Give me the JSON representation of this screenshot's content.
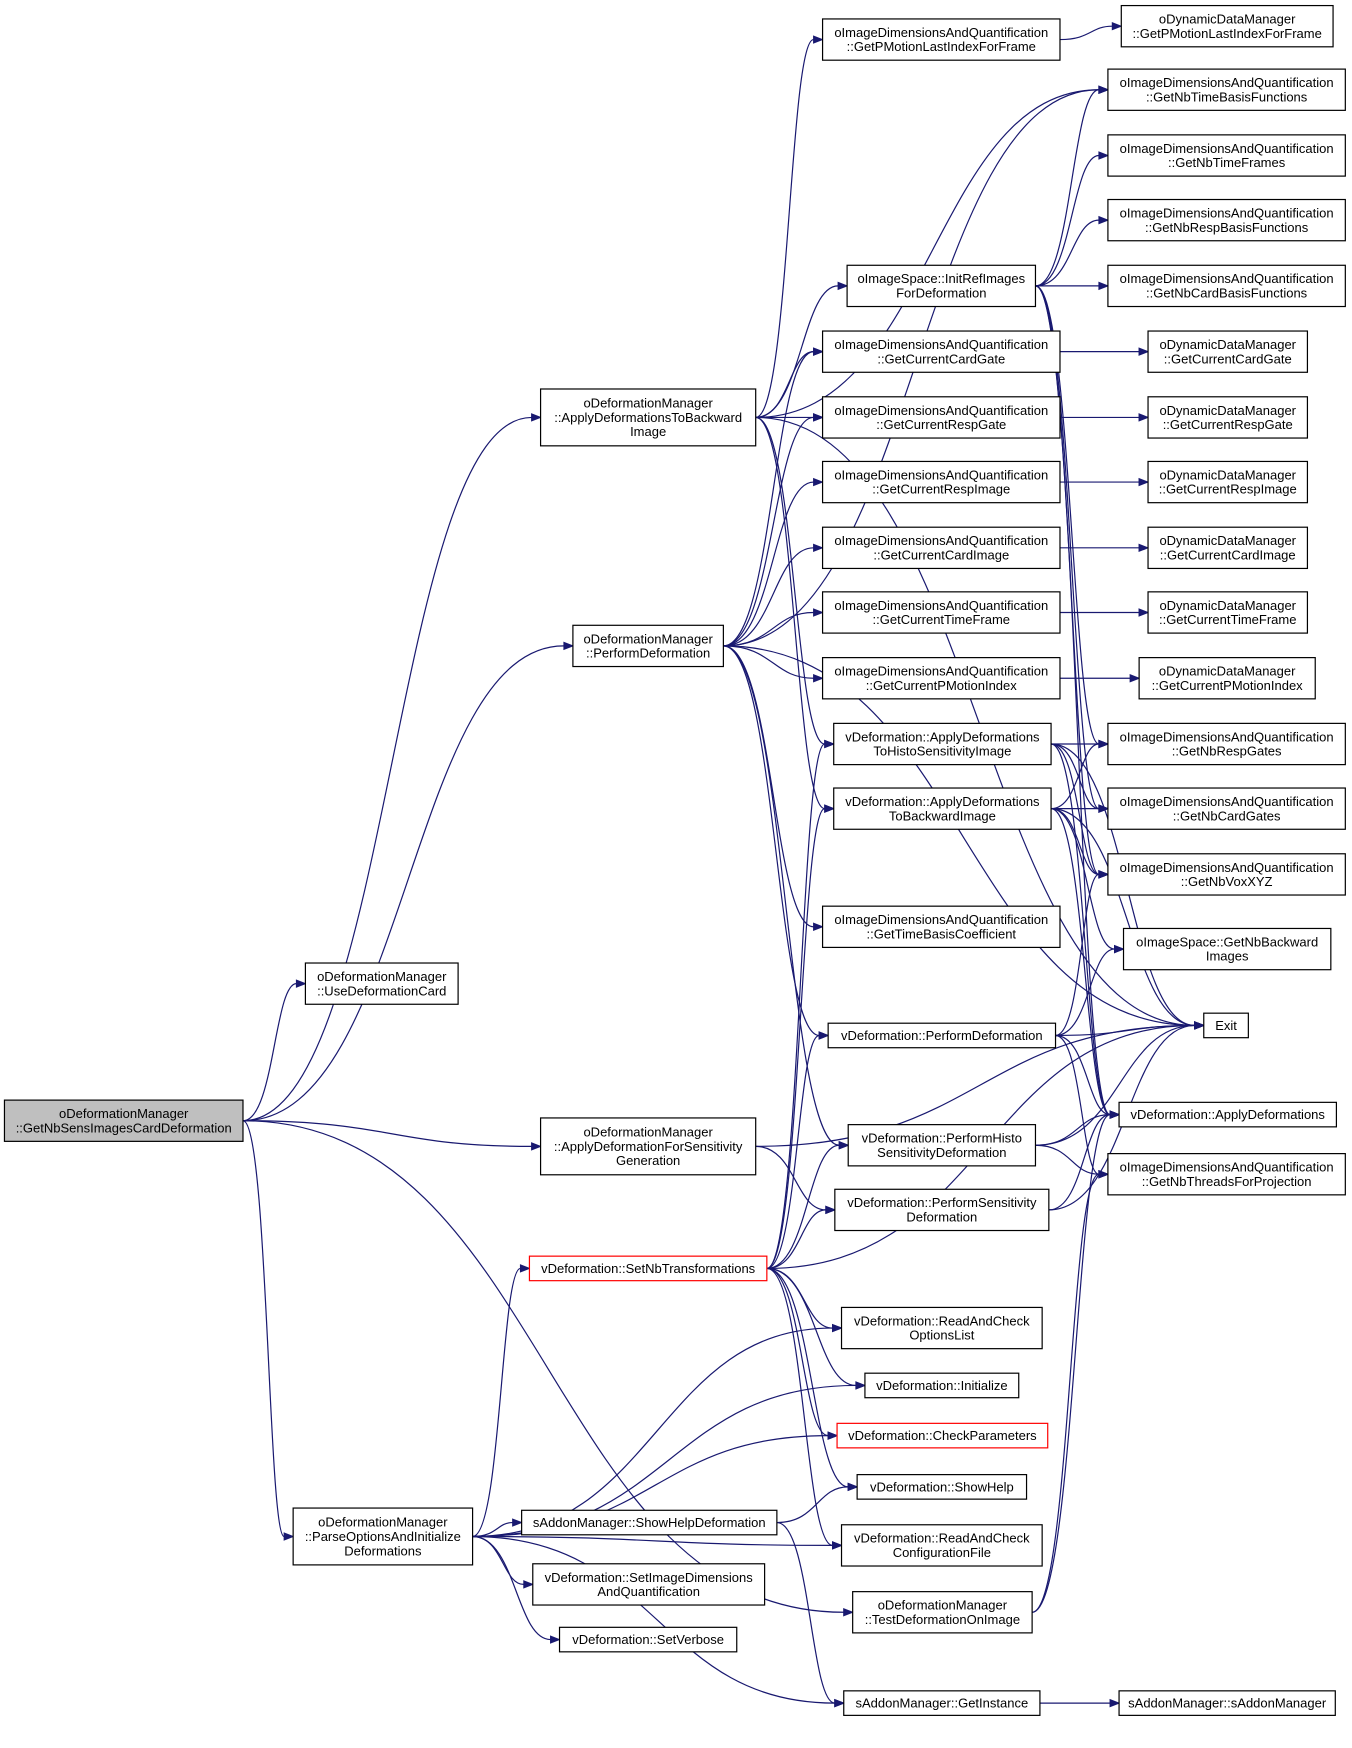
{
  "diagram": {
    "colors": {
      "edge": "#191970",
      "root_fill": "#bfbfbf",
      "node_fill": "#ffffff",
      "node_border": "#000000",
      "highlight_border": "#ff0000"
    },
    "nodes": [
      {
        "id": "root",
        "lines": [
          "oDeformationManager",
          "::GetNbSensImagesCardDeformation"
        ],
        "root": true
      },
      {
        "id": "useDefCard",
        "lines": [
          "oDeformationManager",
          "::UseDeformationCard"
        ]
      },
      {
        "id": "applyDefBack",
        "lines": [
          "oDeformationManager",
          "::ApplyDeformationsToBackward",
          "Image"
        ]
      },
      {
        "id": "performDef",
        "lines": [
          "oDeformationManager",
          "::PerformDeformation"
        ]
      },
      {
        "id": "applyDefSens",
        "lines": [
          "oDeformationManager",
          "::ApplyDeformationForSensitivity",
          "Generation"
        ]
      },
      {
        "id": "parseOpts",
        "lines": [
          "oDeformationManager",
          "::ParseOptionsAndInitialize",
          "Deformations"
        ]
      },
      {
        "id": "setNbTrans",
        "lines": [
          "vDeformation::SetNbTransformations"
        ],
        "red": true
      },
      {
        "id": "showHelpDef",
        "lines": [
          "sAddonManager::ShowHelpDeformation"
        ]
      },
      {
        "id": "setImgDim",
        "lines": [
          "vDeformation::SetImageDimensions",
          "AndQuantification"
        ]
      },
      {
        "id": "setVerbose",
        "lines": [
          "vDeformation::SetVerbose"
        ]
      },
      {
        "id": "getPMotion",
        "lines": [
          "oImageDimensionsAndQuantification",
          "::GetPMotionLastIndexForFrame"
        ]
      },
      {
        "id": "initRef",
        "lines": [
          "oImageSpace::InitRefImages",
          "ForDeformation"
        ]
      },
      {
        "id": "getCurCardGate",
        "lines": [
          "oImageDimensionsAndQuantification",
          "::GetCurrentCardGate"
        ]
      },
      {
        "id": "getCurRespGate",
        "lines": [
          "oImageDimensionsAndQuantification",
          "::GetCurrentRespGate"
        ]
      },
      {
        "id": "getCurRespImg",
        "lines": [
          "oImageDimensionsAndQuantification",
          "::GetCurrentRespImage"
        ]
      },
      {
        "id": "getCurCardImg",
        "lines": [
          "oImageDimensionsAndQuantification",
          "::GetCurrentCardImage"
        ]
      },
      {
        "id": "getCurTimeFrame",
        "lines": [
          "oImageDimensionsAndQuantification",
          "::GetCurrentTimeFrame"
        ]
      },
      {
        "id": "getCurPMotionIdx",
        "lines": [
          "oImageDimensionsAndQuantification",
          "::GetCurrentPMotionIndex"
        ]
      },
      {
        "id": "vApplyHisto",
        "lines": [
          "vDeformation::ApplyDeformations",
          "ToHistoSensitivityImage"
        ]
      },
      {
        "id": "vApplyBack",
        "lines": [
          "vDeformation::ApplyDeformations",
          "ToBackwardImage"
        ]
      },
      {
        "id": "getTimeBasisCoef",
        "lines": [
          "oImageDimensionsAndQuantification",
          "::GetTimeBasisCoefficient"
        ]
      },
      {
        "id": "vPerformDef",
        "lines": [
          "vDeformation::PerformDeformation"
        ]
      },
      {
        "id": "vPerformHisto",
        "lines": [
          "vDeformation::PerformHisto",
          "SensitivityDeformation"
        ]
      },
      {
        "id": "vPerformSens",
        "lines": [
          "vDeformation::PerformSensitivity",
          "Deformation"
        ]
      },
      {
        "id": "vReadOpts",
        "lines": [
          "vDeformation::ReadAndCheck",
          "OptionsList"
        ]
      },
      {
        "id": "vInit",
        "lines": [
          "vDeformation::Initialize"
        ]
      },
      {
        "id": "vCheckParams",
        "lines": [
          "vDeformation::CheckParameters"
        ],
        "red": true
      },
      {
        "id": "vShowHelp",
        "lines": [
          "vDeformation::ShowHelp"
        ]
      },
      {
        "id": "vReadConf",
        "lines": [
          "vDeformation::ReadAndCheck",
          "ConfigurationFile"
        ]
      },
      {
        "id": "testDefImg",
        "lines": [
          "oDeformationManager",
          "::TestDeformationOnImage"
        ]
      },
      {
        "id": "getInstance",
        "lines": [
          "sAddonManager::GetInstance"
        ]
      },
      {
        "id": "dynPMotion",
        "lines": [
          "oDynamicDataManager",
          "::GetPMotionLastIndexForFrame"
        ]
      },
      {
        "id": "getNbTimeBasis",
        "lines": [
          "oImageDimensionsAndQuantification",
          "::GetNbTimeBasisFunctions"
        ]
      },
      {
        "id": "getNbTimeFrames",
        "lines": [
          "oImageDimensionsAndQuantification",
          "::GetNbTimeFrames"
        ]
      },
      {
        "id": "getNbRespBasis",
        "lines": [
          "oImageDimensionsAndQuantification",
          "::GetNbRespBasisFunctions"
        ]
      },
      {
        "id": "getNbCardBasis",
        "lines": [
          "oImageDimensionsAndQuantification",
          "::GetNbCardBasisFunctions"
        ]
      },
      {
        "id": "dynCardGate",
        "lines": [
          "oDynamicDataManager",
          "::GetCurrentCardGate"
        ]
      },
      {
        "id": "dynRespGate",
        "lines": [
          "oDynamicDataManager",
          "::GetCurrentRespGate"
        ]
      },
      {
        "id": "dynRespImg",
        "lines": [
          "oDynamicDataManager",
          "::GetCurrentRespImage"
        ]
      },
      {
        "id": "dynCardImg",
        "lines": [
          "oDynamicDataManager",
          "::GetCurrentCardImage"
        ]
      },
      {
        "id": "dynTimeFrame",
        "lines": [
          "oDynamicDataManager",
          "::GetCurrentTimeFrame"
        ]
      },
      {
        "id": "dynPMotionIdx",
        "lines": [
          "oDynamicDataManager",
          "::GetCurrentPMotionIndex"
        ]
      },
      {
        "id": "getNbRespGates",
        "lines": [
          "oImageDimensionsAndQuantification",
          "::GetNbRespGates"
        ]
      },
      {
        "id": "getNbCardGates",
        "lines": [
          "oImageDimensionsAndQuantification",
          "::GetNbCardGates"
        ]
      },
      {
        "id": "getNbVoxXYZ",
        "lines": [
          "oImageDimensionsAndQuantification",
          "::GetNbVoxXYZ"
        ]
      },
      {
        "id": "getNbBackImgs",
        "lines": [
          "oImageSpace::GetNbBackward",
          "Images"
        ]
      },
      {
        "id": "exit",
        "lines": [
          "Exit"
        ]
      },
      {
        "id": "vApplyDefs",
        "lines": [
          "vDeformation::ApplyDeformations"
        ]
      },
      {
        "id": "getNbThreads",
        "lines": [
          "oImageDimensionsAndQuantification",
          "::GetNbThreadsForProjection"
        ]
      },
      {
        "id": "sAddonCtor",
        "lines": [
          "sAddonManager::sAddonManager"
        ]
      }
    ]
  }
}
